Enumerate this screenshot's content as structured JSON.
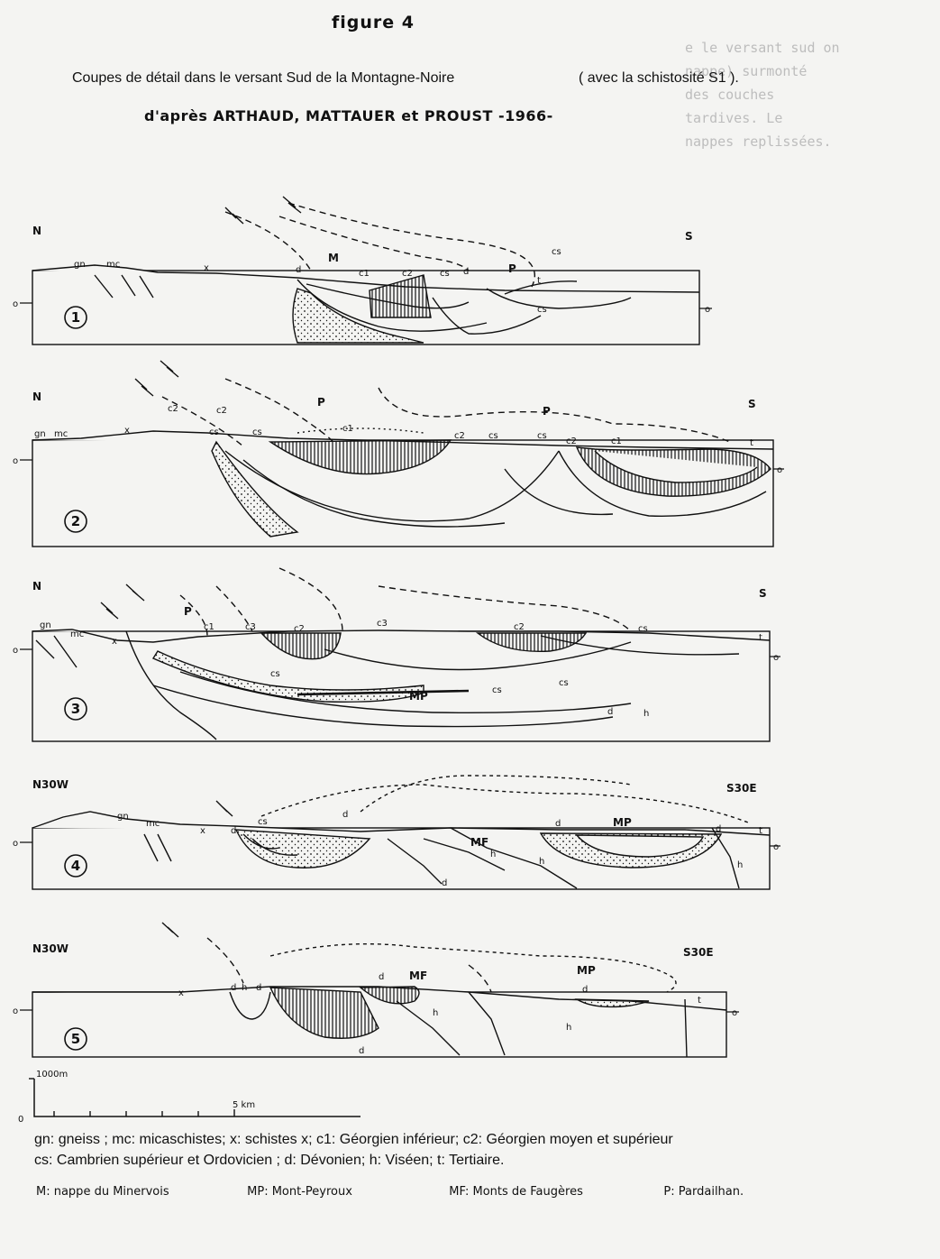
{
  "figure_title": "figure 4",
  "subtitle": "Coupes de détail dans le versant Sud de la Montagne-Noire",
  "subtitle_note": "( avec la schistosité S1 ).",
  "after_line": "d'après ARTHAUD, MATTAUER et PROUST -1966-",
  "background_text": [
    "e le versant sud on",
    "nappe) surmonté",
    "des couches",
    "tardives. Le",
    "nappes replissées."
  ],
  "sections": [
    {
      "number": "1",
      "left_label": "N",
      "right_label": "S",
      "labels": [
        "gn",
        "mc",
        "x",
        "d",
        "M",
        "c1",
        "c2",
        "cs",
        "d",
        "P",
        "t",
        "cs",
        "cs"
      ],
      "zero_left": "o",
      "zero_right": "o"
    },
    {
      "number": "2",
      "left_label": "N",
      "right_label": "S",
      "labels": [
        "gn",
        "mc",
        "x",
        "c2",
        "c2",
        "cs",
        "cs",
        "P",
        "c1",
        "P",
        "c2",
        "cs",
        "cs",
        "c2",
        "c1",
        "t"
      ],
      "zero_left": "o",
      "zero_right": "o"
    },
    {
      "number": "3",
      "left_label": "N",
      "right_label": "S",
      "labels": [
        "gn",
        "mc",
        "x",
        "P",
        "c1",
        "c3",
        "c2",
        "c3",
        "c2",
        "cs",
        "cs",
        "t",
        "MP",
        "cs",
        "cs",
        "d",
        "h"
      ],
      "zero_left": "o",
      "zero_right": "o"
    },
    {
      "number": "4",
      "left_label": "N30W",
      "right_label": "S30E",
      "labels": [
        "gn",
        "mc",
        "x",
        "d",
        "cs",
        "d",
        "MF",
        "h",
        "h",
        "d",
        "MP",
        "d",
        "h",
        "t",
        "d"
      ],
      "zero_left": "o",
      "zero_right": "o"
    },
    {
      "number": "5",
      "left_label": "N30W",
      "right_label": "S30E",
      "labels": [
        "x",
        "d",
        "h",
        "d",
        "d",
        "MF",
        "MP",
        "d",
        "h",
        "h",
        "t",
        "d"
      ],
      "zero_left": "o",
      "zero_right": "o"
    }
  ],
  "scale": {
    "vertical_label": "1000m",
    "zero": "0",
    "horizontal_label": "5 km"
  },
  "legend_line1": "gn: gneiss ; mc: micaschistes; x: schistes x; c1: Géorgien inférieur; c2: Géorgien moyen et supérieur",
  "legend_line2": "cs: Cambrien supérieur et Ordovicien ; d: Dévonien; h: Viséen; t: Tertiaire.",
  "abbreviations": [
    "M: nappe du Minervois",
    "MP: Mont-Peyroux",
    "MF: Monts de Faugères",
    "P: Pardailhan."
  ]
}
